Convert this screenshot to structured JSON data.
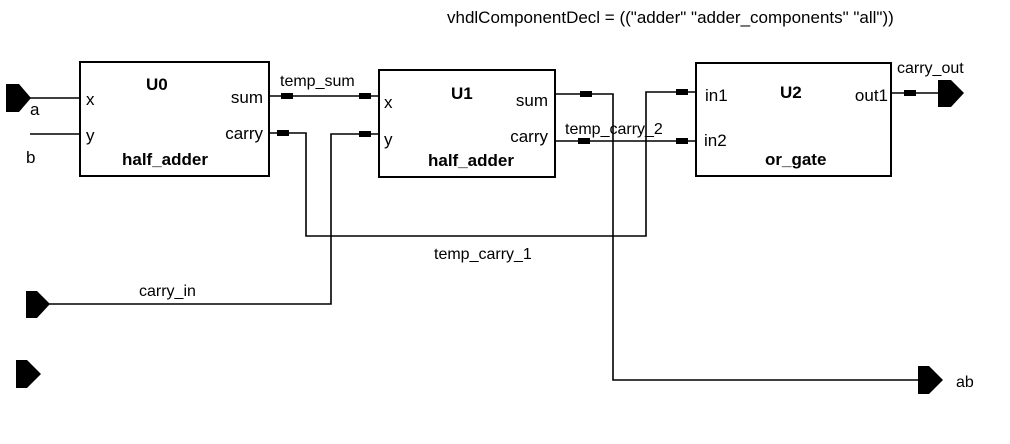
{
  "property": {
    "text": "vhdlComponentDecl = ((\"adder\" \"adder_components\" \"all\"))"
  },
  "instances": [
    {
      "id": "U0",
      "name": "U0",
      "cell": "half_adder",
      "inputs": [
        "x",
        "y"
      ],
      "outputs": [
        "sum",
        "carry"
      ]
    },
    {
      "id": "U1",
      "name": "U1",
      "cell": "half_adder",
      "inputs": [
        "x",
        "y"
      ],
      "outputs": [
        "sum",
        "carry"
      ]
    },
    {
      "id": "U2",
      "name": "U2",
      "cell": "or_gate",
      "inputs": [
        "in1",
        "in2"
      ],
      "outputs": [
        "out1"
      ]
    }
  ],
  "pins": {
    "a": "a",
    "b": "b",
    "carry_in": "carry_in",
    "carry_out": "carry_out",
    "ab": "ab",
    "unnamed": ""
  },
  "nets": {
    "temp_sum": "temp_sum",
    "temp_carry_1": "temp_carry_1",
    "temp_carry_2": "temp_carry_2",
    "carry_in": "carry_in"
  },
  "colors": {
    "stroke": "#000000",
    "background": "#ffffff"
  }
}
